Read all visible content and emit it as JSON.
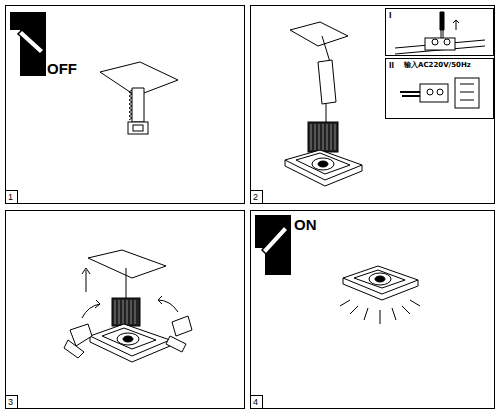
{
  "diagram": {
    "labels": [
      "OFF",
      "1",
      "I",
      "II",
      "输入AC220V/50Hz",
      "2",
      "3",
      "ON",
      "4"
    ]
  }
}
